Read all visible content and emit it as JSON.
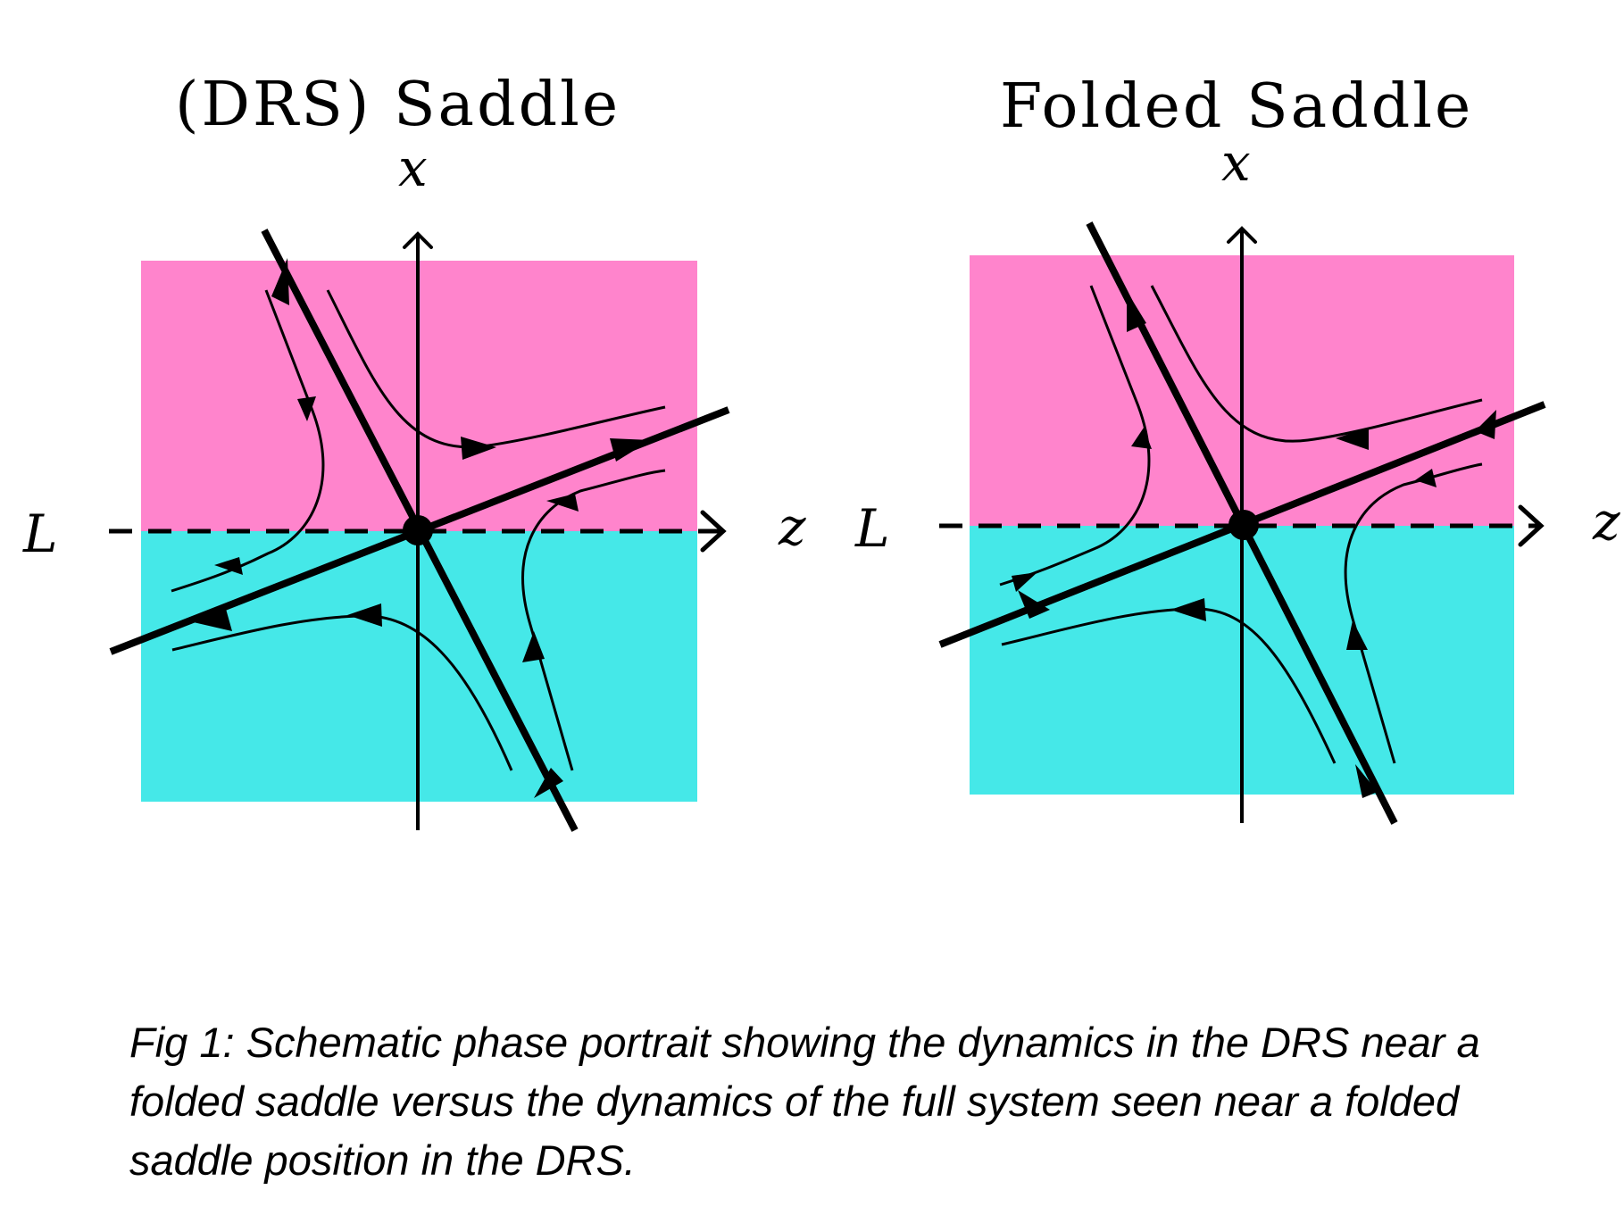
{
  "panels": [
    {
      "title": "(DRS)  Saddle",
      "x_axis_label": "x",
      "z_axis_label": "z",
      "line_label": "L",
      "colors": {
        "upper_region": "#ff84cc",
        "lower_region": "#45e8e8"
      }
    },
    {
      "title": "Folded  Saddle",
      "x_axis_label": "x",
      "z_axis_label": "z",
      "line_label": "L",
      "colors": {
        "upper_region": "#ff84cc",
        "lower_region": "#45e8e8"
      }
    }
  ],
  "caption": "Fig 1: Schematic phase portrait showing the dynamics in the DRS near a folded saddle versus the dynamics of the full system seen near a folded saddle position in the DRS."
}
